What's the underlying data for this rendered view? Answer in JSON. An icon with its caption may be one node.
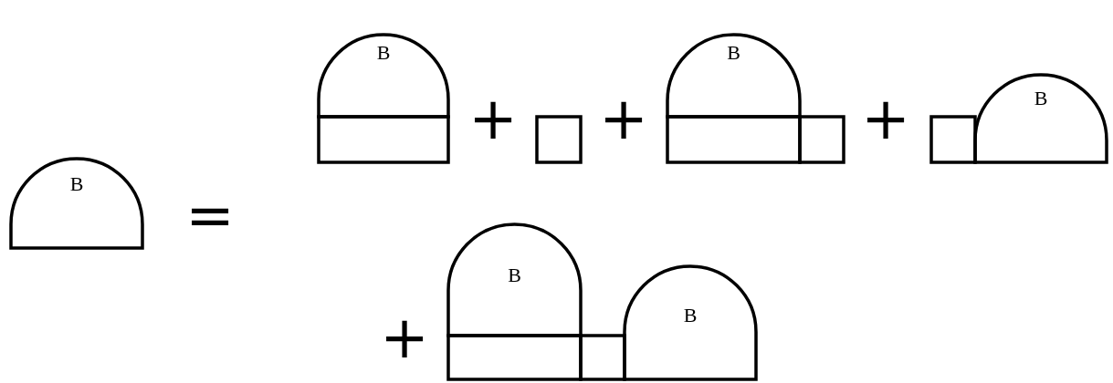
{
  "diagram": {
    "nodes": [
      {
        "text": [
          "B"
        ]
      },
      {
        "text": [
          "B"
        ]
      },
      {
        "text": [],
        "shape": "box"
      },
      {
        "text": [],
        "shape": "box"
      },
      {
        "text": [
          "B"
        ]
      },
      {
        "text": [],
        "shape": "box"
      },
      {
        "text": [],
        "shape": "box"
      },
      {
        "text": [],
        "shape": "box"
      },
      {
        "text": [
          "B"
        ]
      },
      {
        "text": [
          "B"
        ]
      },
      {
        "text": [],
        "shape": "box"
      },
      {
        "text": [],
        "shape": "box"
      },
      {
        "text": [
          "B"
        ]
      }
    ],
    "labels": [
      "=",
      "+",
      "+",
      "+",
      "+"
    ]
  }
}
